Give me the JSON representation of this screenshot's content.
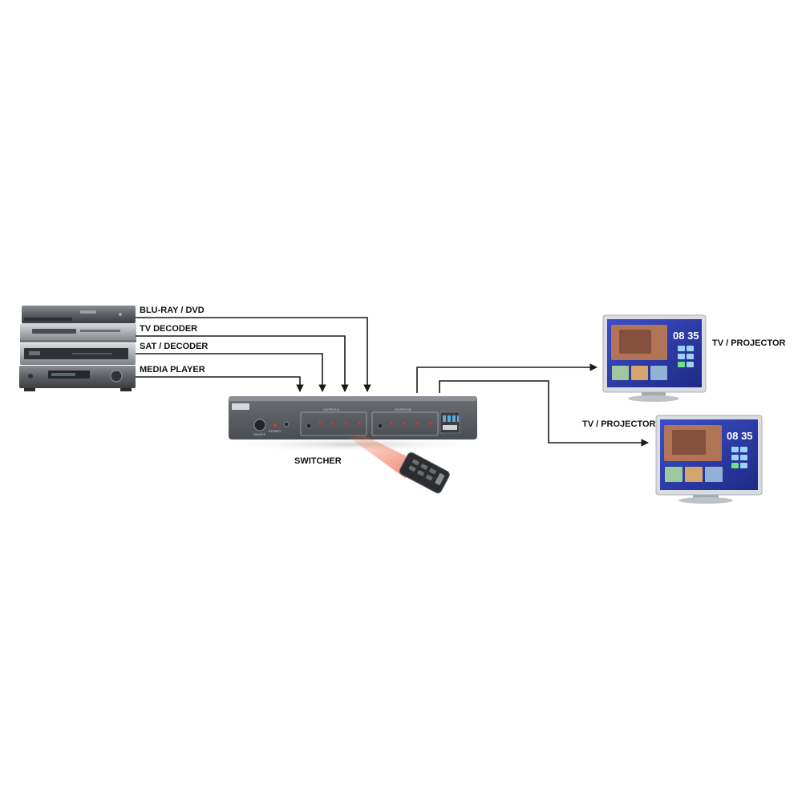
{
  "sources": {
    "bluray_label": "BLU-RAY / DVD",
    "tv_decoder_label": "TV DECODER",
    "sat_decoder_label": "SAT / DECODER",
    "media_player_label": "MEDIA PLAYER"
  },
  "switcher": {
    "label": "SWITCHER",
    "output_a_label": "OUTPUT A",
    "output_b_label": "OUTPUT B",
    "power_label": "POWER",
    "onoff_label": "ON/OFF"
  },
  "outputs": {
    "tv1_label": "TV / PROJECTOR",
    "tv2_label": "TV / PROJECTOR"
  },
  "tv_screen": {
    "clock": "08 35"
  },
  "colors": {
    "wire": "#1a1a1a",
    "device_body": "#5a5d62",
    "led": "#d9382c",
    "screen_blue": "#2a3fae",
    "ir_beam": "#e2572c"
  }
}
